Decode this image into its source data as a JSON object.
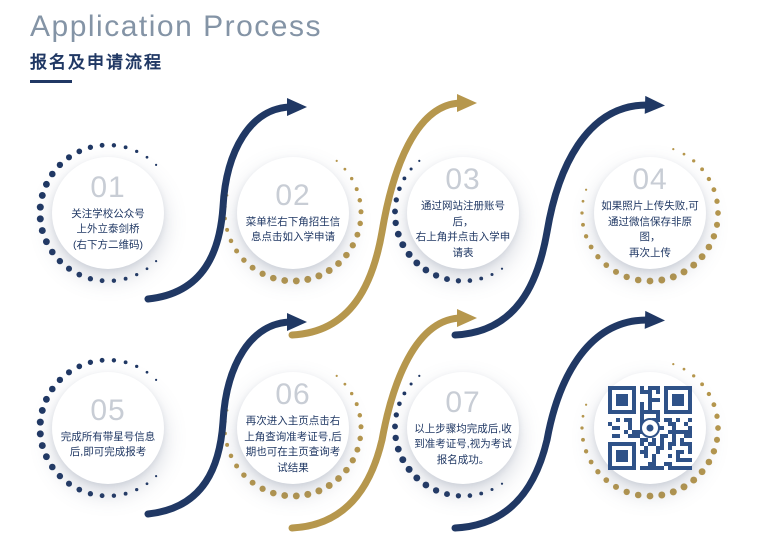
{
  "header": {
    "title": "Application Process",
    "subtitle": "报名及申请流程"
  },
  "colors": {
    "navy": "#203864",
    "gold": "#b6974d",
    "number": "#c8cdd5",
    "title": "#8494a6",
    "qr": "#2f5288"
  },
  "steps": [
    {
      "number": "01",
      "text": "关注学校公众号\n上外立泰剑桥\n(右下方二维码)",
      "arc": "navy"
    },
    {
      "number": "02",
      "text": "菜单栏右下角招生信\n息点击如入学申请",
      "arc": "gold"
    },
    {
      "number": "03",
      "text": "通过网站注册账号后，\n右上角并点击入学申\n请表",
      "arc": "navy"
    },
    {
      "number": "04",
      "text": "如果照片上传失败,可\n通过微信保存非原图，\n再次上传",
      "arc": "gold"
    },
    {
      "number": "05",
      "text": "完成所有带星号信息\n后,即可完成报考",
      "arc": "navy"
    },
    {
      "number": "06",
      "text": "再次进入主页点击右\n上角查询准考证号,后\n期也可在主页查询考\n试结果",
      "arc": "gold"
    },
    {
      "number": "07",
      "text": "以上步骤均完成后,收\n到准考证号,视为考试\n报名成功。",
      "arc": "navy"
    },
    {
      "number": "",
      "text": "",
      "arc": "gold",
      "qr": "qr-code"
    }
  ],
  "arrows": [
    {
      "color": "navy"
    },
    {
      "color": "gold"
    },
    {
      "color": "navy"
    },
    {
      "color": "navy"
    },
    {
      "color": "gold"
    },
    {
      "color": "navy"
    }
  ]
}
